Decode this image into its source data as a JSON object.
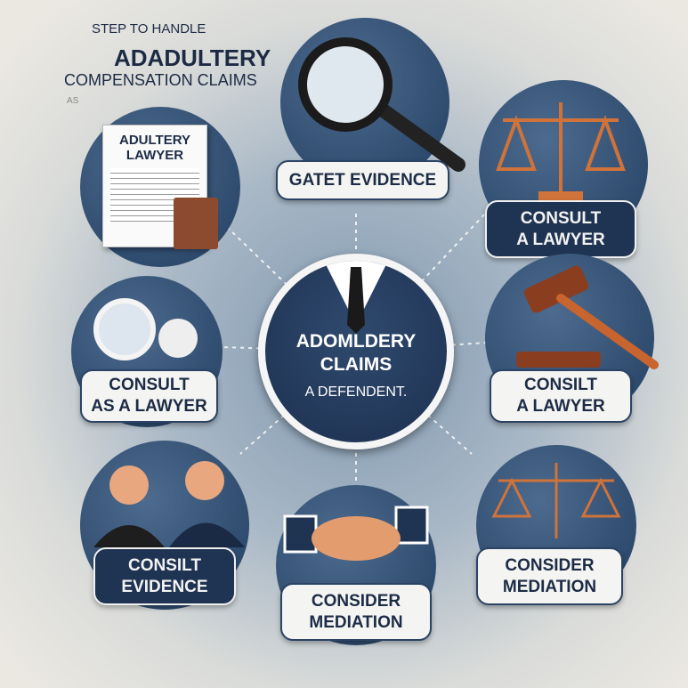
{
  "title": {
    "line1": "STEP TO HANDLE",
    "line2": "ADADULTERY",
    "line3": "COMPENSATION CLAIMS",
    "line4": "AS"
  },
  "center": {
    "line1": "ADOMLDERY",
    "line2": "CLAIMS",
    "line3": "A DEFENDENT."
  },
  "document": {
    "line1": "ADULTERY",
    "line2": "LAWYER"
  },
  "steps": [
    {
      "line1": "GATET EVIDENCE"
    },
    {
      "line1": "CONSULT",
      "line2": "A LAWYER"
    },
    {
      "line1": "CONSULT",
      "line2": "AS A LAWYER"
    },
    {
      "line1": "CONSILT",
      "line2": "A LAWYER"
    },
    {
      "line1": "CONSILT",
      "line2": "EVIDENCE"
    },
    {
      "line1": "CONSIDER",
      "line2": "MEDIATION"
    },
    {
      "line1": "CONSIDER",
      "line2": "MEDIATION"
    }
  ],
  "colors": {
    "navy": "#1f3352",
    "circle": "#3a5a7e",
    "orange": "#d0733a"
  }
}
